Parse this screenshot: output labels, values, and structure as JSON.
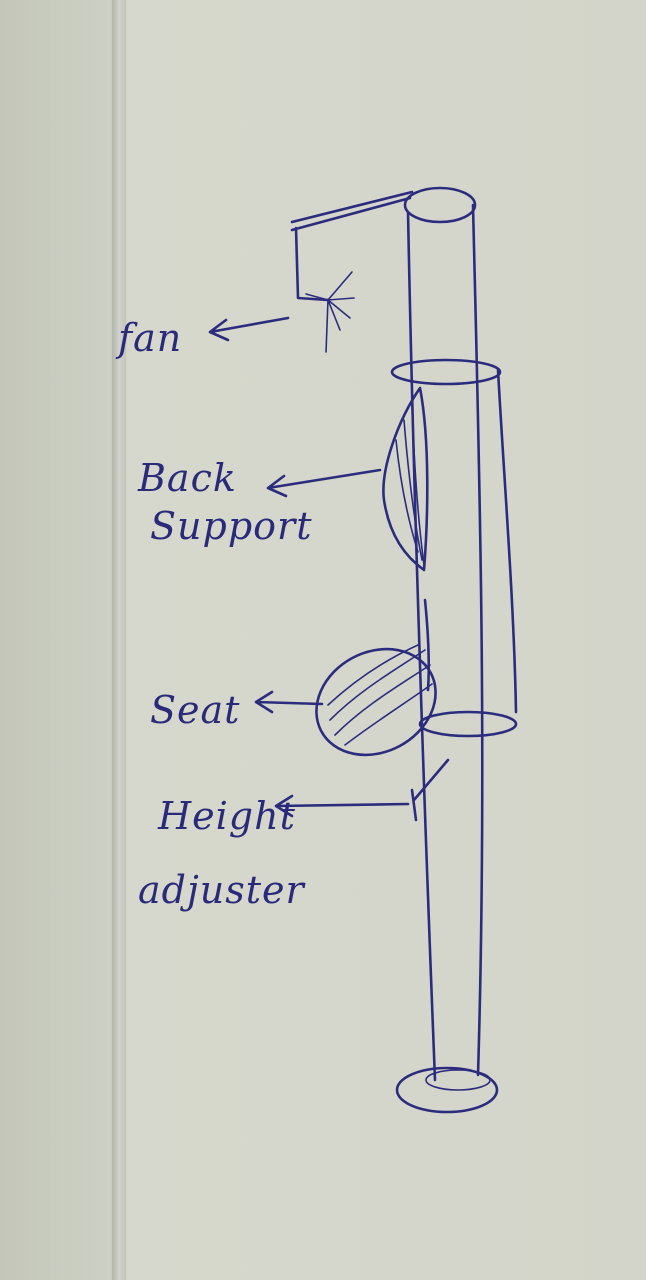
{
  "diagram": {
    "labels": {
      "fan": "fan",
      "back_support_line1": "Back",
      "back_support_line2": "Support",
      "seat": "Seat",
      "height_adjuster_line1": "Height",
      "height_adjuster_line2": "adjuster"
    },
    "ink_color": "#2c2c7e",
    "paper_color": "#d3d5ca"
  }
}
